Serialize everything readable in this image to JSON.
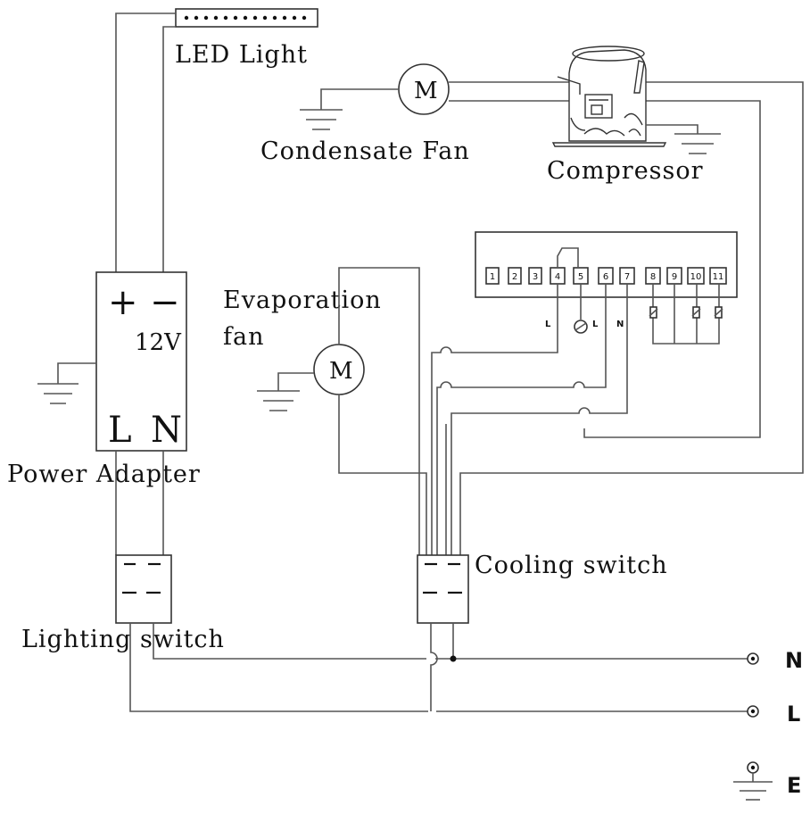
{
  "labels": {
    "led_light": "LED Light",
    "condensate_fan": "Condensate Fan",
    "compressor": "Compressor",
    "evaporation_fan_line1": "Evaporation",
    "evaporation_fan_line2": "fan",
    "power_adapter": "Power Adapter",
    "cooling_switch": "Cooling switch",
    "lighting_switch": "Lighting switch"
  },
  "adapter": {
    "plus": "+",
    "minus": "−",
    "voltage": "12V",
    "l": "L",
    "n": "N"
  },
  "motor_symbol": "M",
  "controller": {
    "terminals": [
      "1",
      "2",
      "3",
      "4",
      "5",
      "6",
      "7",
      "8",
      "9",
      "10",
      "11"
    ],
    "marks": {
      "l4": "L",
      "l6": "L",
      "n7": "N"
    }
  },
  "supply": {
    "n": "N",
    "l": "L",
    "e": "E"
  }
}
